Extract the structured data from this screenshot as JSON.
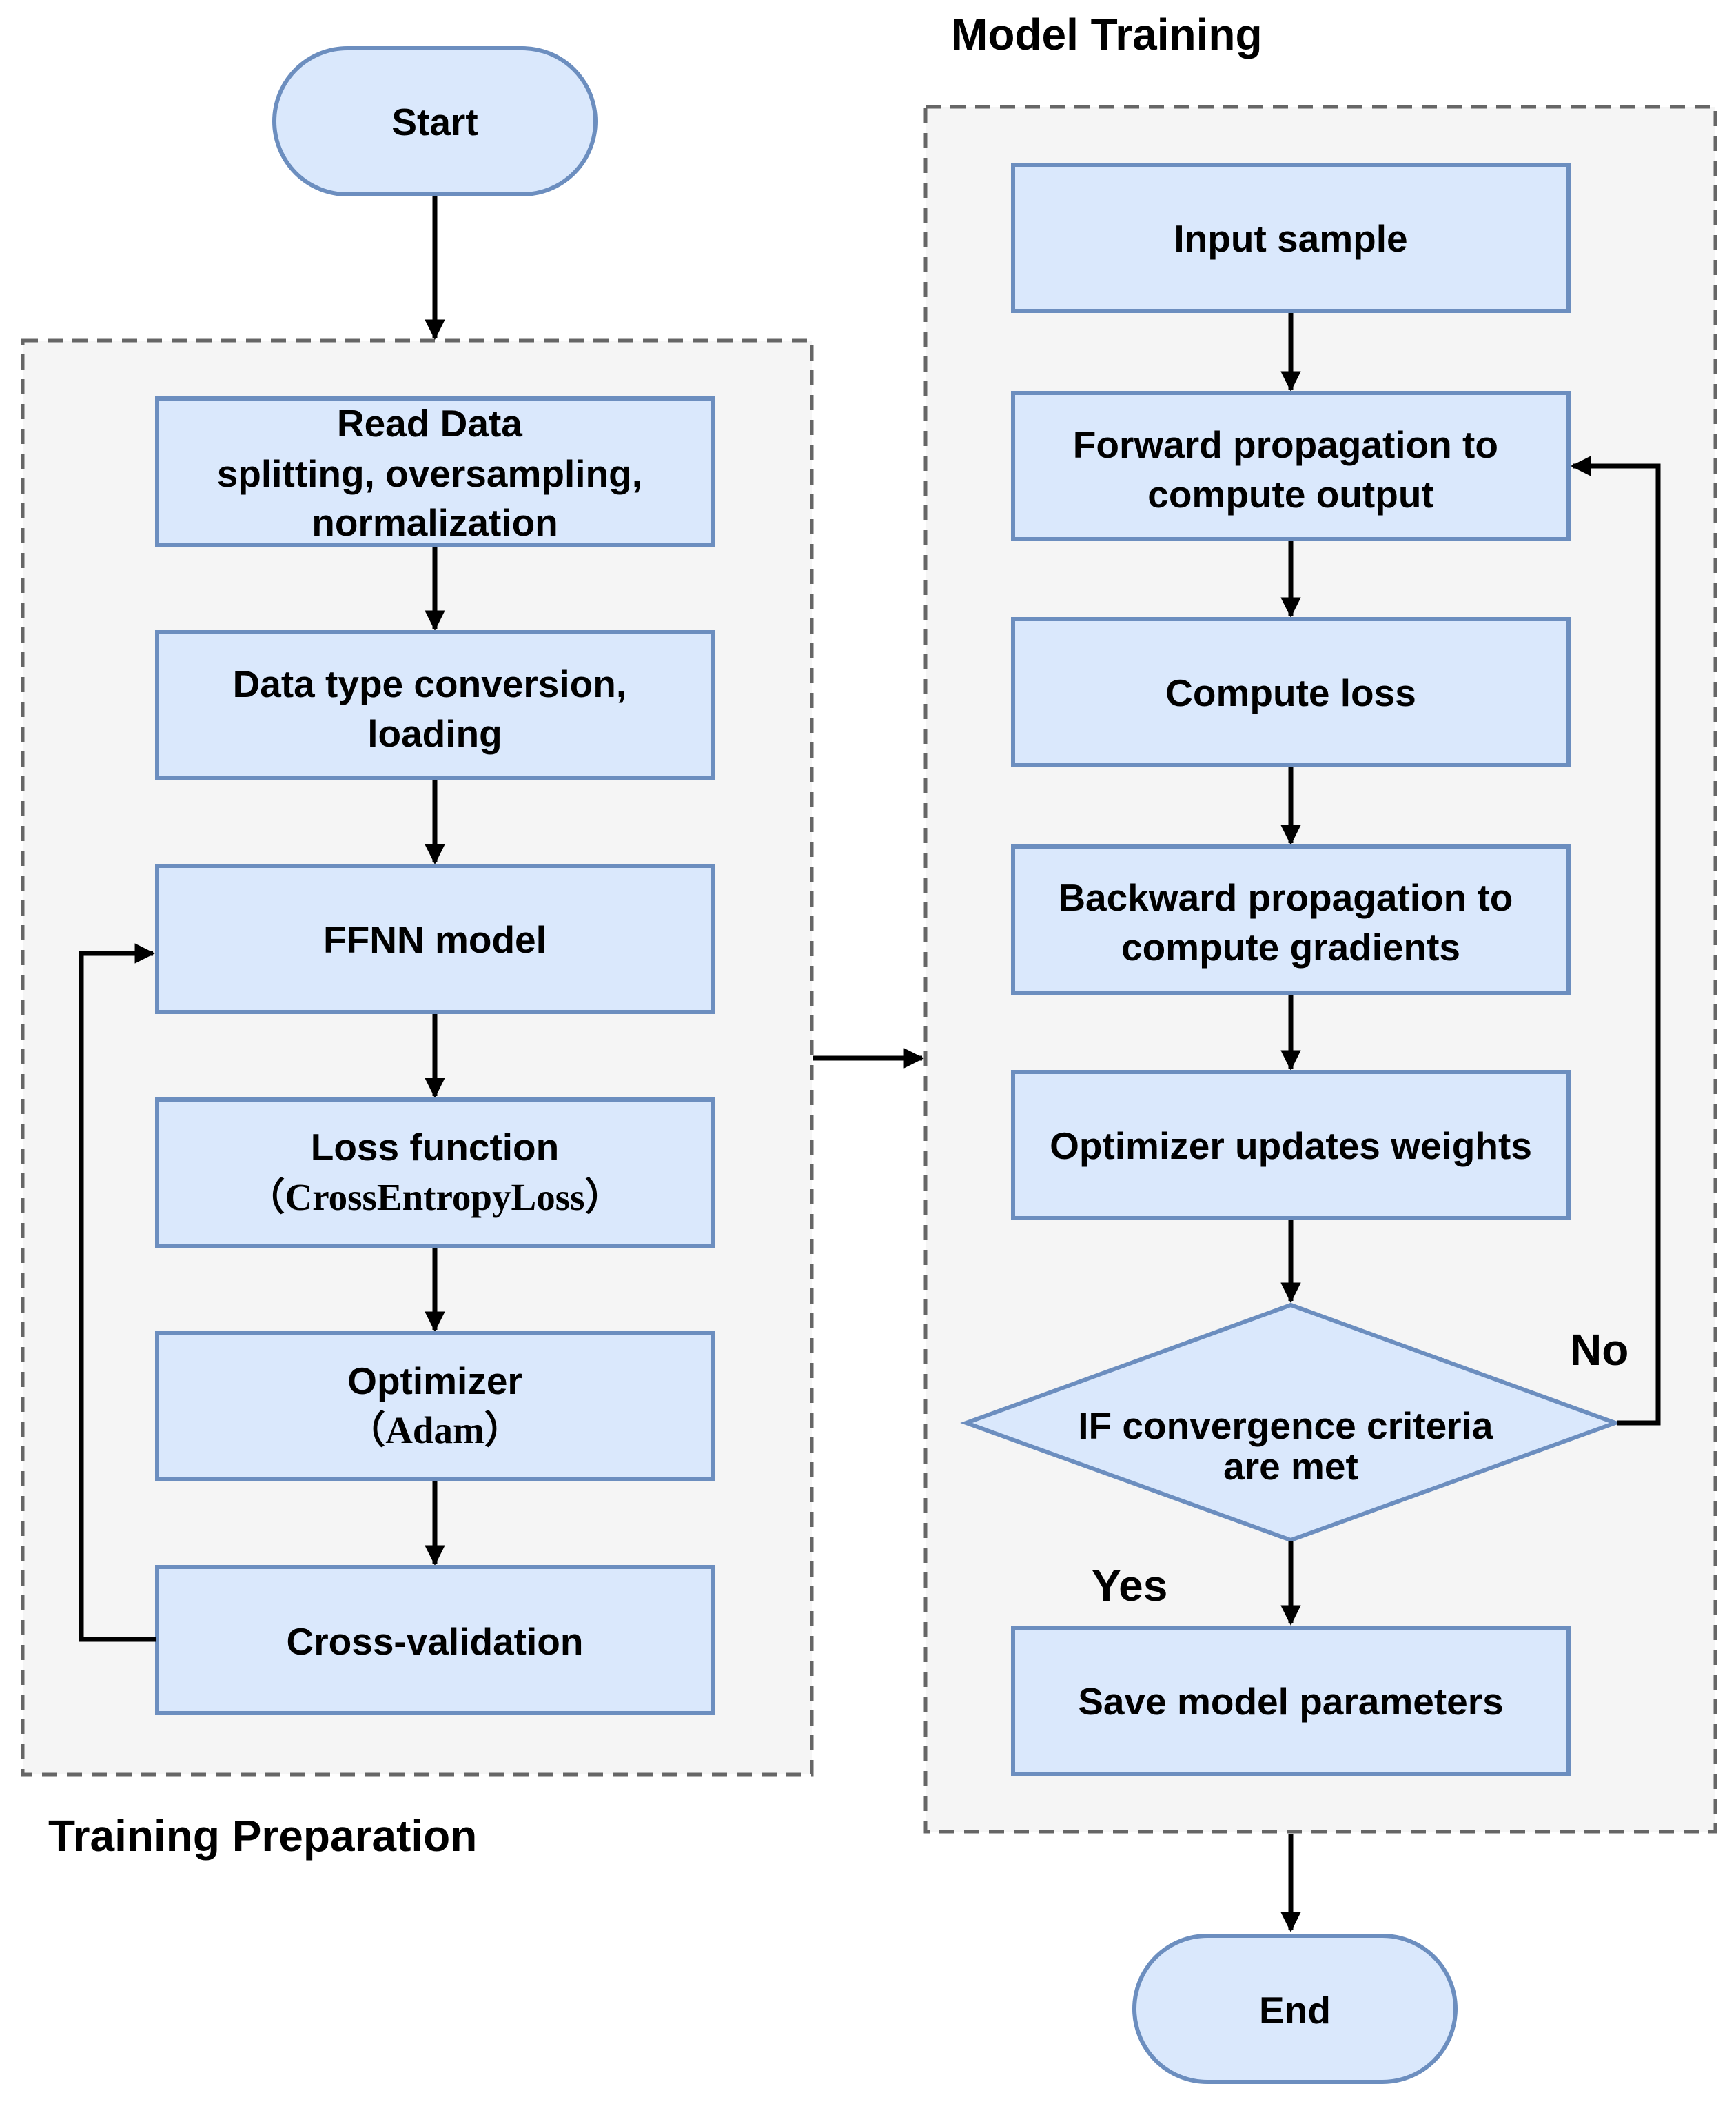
{
  "groups": {
    "preparation_title": "Training Preparation",
    "training_title": "Model Training"
  },
  "terminals": {
    "start": "Start",
    "end": "End"
  },
  "preparation": {
    "read_data": [
      "Read Data",
      "splitting, oversampling,",
      "normalization"
    ],
    "conversion": [
      "Data type conversion,",
      "loading"
    ],
    "ffnn": "FFNN model",
    "loss": [
      "Loss function",
      "（CrossEntropyLoss）"
    ],
    "optimizer": [
      "Optimizer",
      "（Adam）"
    ],
    "cv": "Cross-validation"
  },
  "training": {
    "input": "Input sample",
    "forward": [
      "Forward propagation to",
      "compute output"
    ],
    "loss": "Compute loss",
    "backward": [
      "Backward propagation to",
      "compute gradients"
    ],
    "update": "Optimizer updates weights",
    "decision": [
      "IF convergence criteria",
      "are met"
    ],
    "save": "Save model parameters"
  },
  "edges": {
    "no": "No",
    "yes": "Yes"
  }
}
